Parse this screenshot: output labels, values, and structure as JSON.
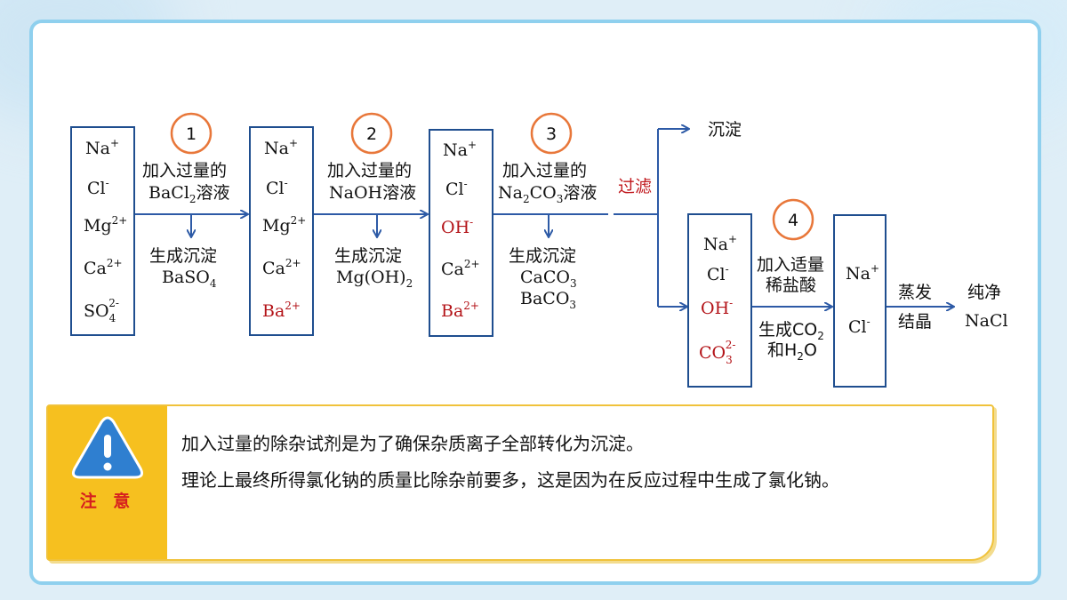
{
  "flow": {
    "box1": {
      "ions": [
        "Na",
        "Cl",
        "Mg",
        "Ca",
        "SO",
        "4"
      ]
    },
    "step1": {
      "number": "1",
      "action_line1": "加入过量的",
      "reagent": "BaCl",
      "reagent_sub": "2",
      "reagent_suffix": "溶液",
      "product_title": "生成沉淀",
      "product": "BaSO",
      "product_sub": "4"
    },
    "box2": {
      "ions": [
        "Na",
        "Cl",
        "Mg",
        "Ca",
        "Ba"
      ]
    },
    "step2": {
      "number": "2",
      "action_line1": "加入过量的",
      "reagent": "NaOH溶液",
      "product_title": "生成沉淀",
      "product": "Mg(OH)",
      "product_sub": "2"
    },
    "box3": {
      "ions": [
        "Na",
        "Cl",
        "OH",
        "Ca",
        "Ba"
      ]
    },
    "step3": {
      "number": "3",
      "action_line1": "加入过量的",
      "reagent_a": "Na",
      "reagent_sub_a": "2",
      "reagent_b": "CO",
      "reagent_sub_b": "3",
      "reagent_suffix": "溶液",
      "product_title": "生成沉淀",
      "product_a": "CaCO",
      "product_a_sub": "3",
      "product_b": "BaCO",
      "product_b_sub": "3"
    },
    "filter_label": "过滤",
    "precipitate_label": "沉淀",
    "box4": {
      "ions": [
        "Na",
        "Cl",
        "OH",
        "CO",
        "3"
      ]
    },
    "step4": {
      "number": "4",
      "action_line1": "加入适量",
      "action_line2": "稀盐酸",
      "product_line1": "生成CO",
      "product_line1_sub": "2",
      "product_line2": "和H",
      "product_line2_sub": "2",
      "product_line2_tail": "O"
    },
    "box5": {
      "ions": [
        "Na",
        "Cl"
      ]
    },
    "step5": {
      "line1": "蒸发",
      "line2": "结晶"
    },
    "result": {
      "line1": "纯净",
      "line2": "NaCl"
    },
    "charges": {
      "plus": "+",
      "minus": "-",
      "two_plus": "2+",
      "two_minus": "2-"
    }
  },
  "note": {
    "label": "注 意",
    "line1": "加入过量的除杂试剂是为了确保杂质离子全部转化为沉淀。",
    "line2": "理论上最终所得氯化钠的质量比除杂前要多，这是因为在反应过程中生成了氯化钠。"
  },
  "colors": {
    "frame": "#8fd0ee",
    "box_border": "#1f4e8f",
    "arrow": "#2d5aa6",
    "circle": "#e8773a",
    "highlight": "#b31217",
    "note_accent": "#f6c01f",
    "warning_icon": "#2f7fd0"
  },
  "icons": {
    "warning": "warning-triangle-icon"
  }
}
